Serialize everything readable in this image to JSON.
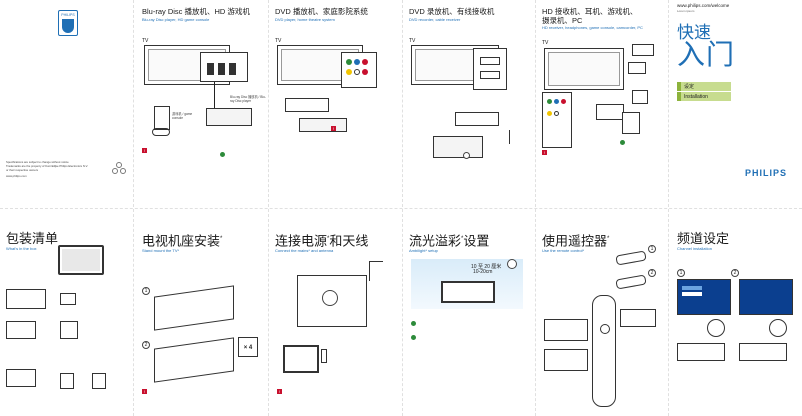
{
  "cover": {
    "logo_top": "PHILIPS",
    "url": "www.philips.com/welcome",
    "url_sub": "Lorem ipsum",
    "title_line1": "快速",
    "title_line2": "入门",
    "menu": [
      "设定",
      "Installation"
    ],
    "brand": "PHILIPS",
    "left_small": "Specifications are subject to change without notice",
    "left_small2": "Trademarks are the property of Koninklijke Philips Electronics N.V.",
    "left_small3": "or their respective owners",
    "left_small4": "www.philips.com"
  },
  "top": {
    "p1": {
      "title": "Blu-ray Disc 播放机、HD 游戏机",
      "sub": "Blu-ray Disc player, HD game console",
      "tv": "TV",
      "dev1": "Blu-ray Disc 播放机 / Blu-ray Disc player",
      "dev2": "游戏机 / game console"
    },
    "p2": {
      "title": "DVD 播放机、家庭影院系统",
      "sub": "DVD player, home theatre system",
      "tv": "TV"
    },
    "p3": {
      "title": "DVD 录放机、有线接收机",
      "sub": "DVD recorder, cable receiver",
      "tv": "TV"
    },
    "p4": {
      "title": "HD 接收机、耳机、游戏机、摄录机、PC",
      "sub": "HD receiver, headphones, game console, camcorder, PC",
      "tv": "TV"
    }
  },
  "bottom": {
    "p1": {
      "title": "包装清单",
      "sub": "What's in the box"
    },
    "p2": {
      "title": "电视机座安装",
      "sup": "*",
      "sub": "Stand mount the TV*"
    },
    "p3": {
      "title": "连接电源",
      "sup": "*",
      "title2": "和天线",
      "sub": "Connect the mains* and antenna"
    },
    "p4": {
      "title": "流光溢彩",
      "sup": "*",
      "title2": "设置",
      "sub": "Ambilight* setup",
      "dist": "10 至 20 厘米",
      "dist2": "10-20cm"
    },
    "p5": {
      "title": "使用遥控器",
      "sup": "*",
      "sub": "Use the remote control*"
    },
    "p6": {
      "title": "频道设定",
      "sub": "Channel installation"
    }
  },
  "misc": {
    "x4": "× 4",
    "step1": "1",
    "step2": "2"
  },
  "colors": {
    "blue": "#1f6fb5",
    "green": "#2d8b3a",
    "red": "#c8102e"
  }
}
